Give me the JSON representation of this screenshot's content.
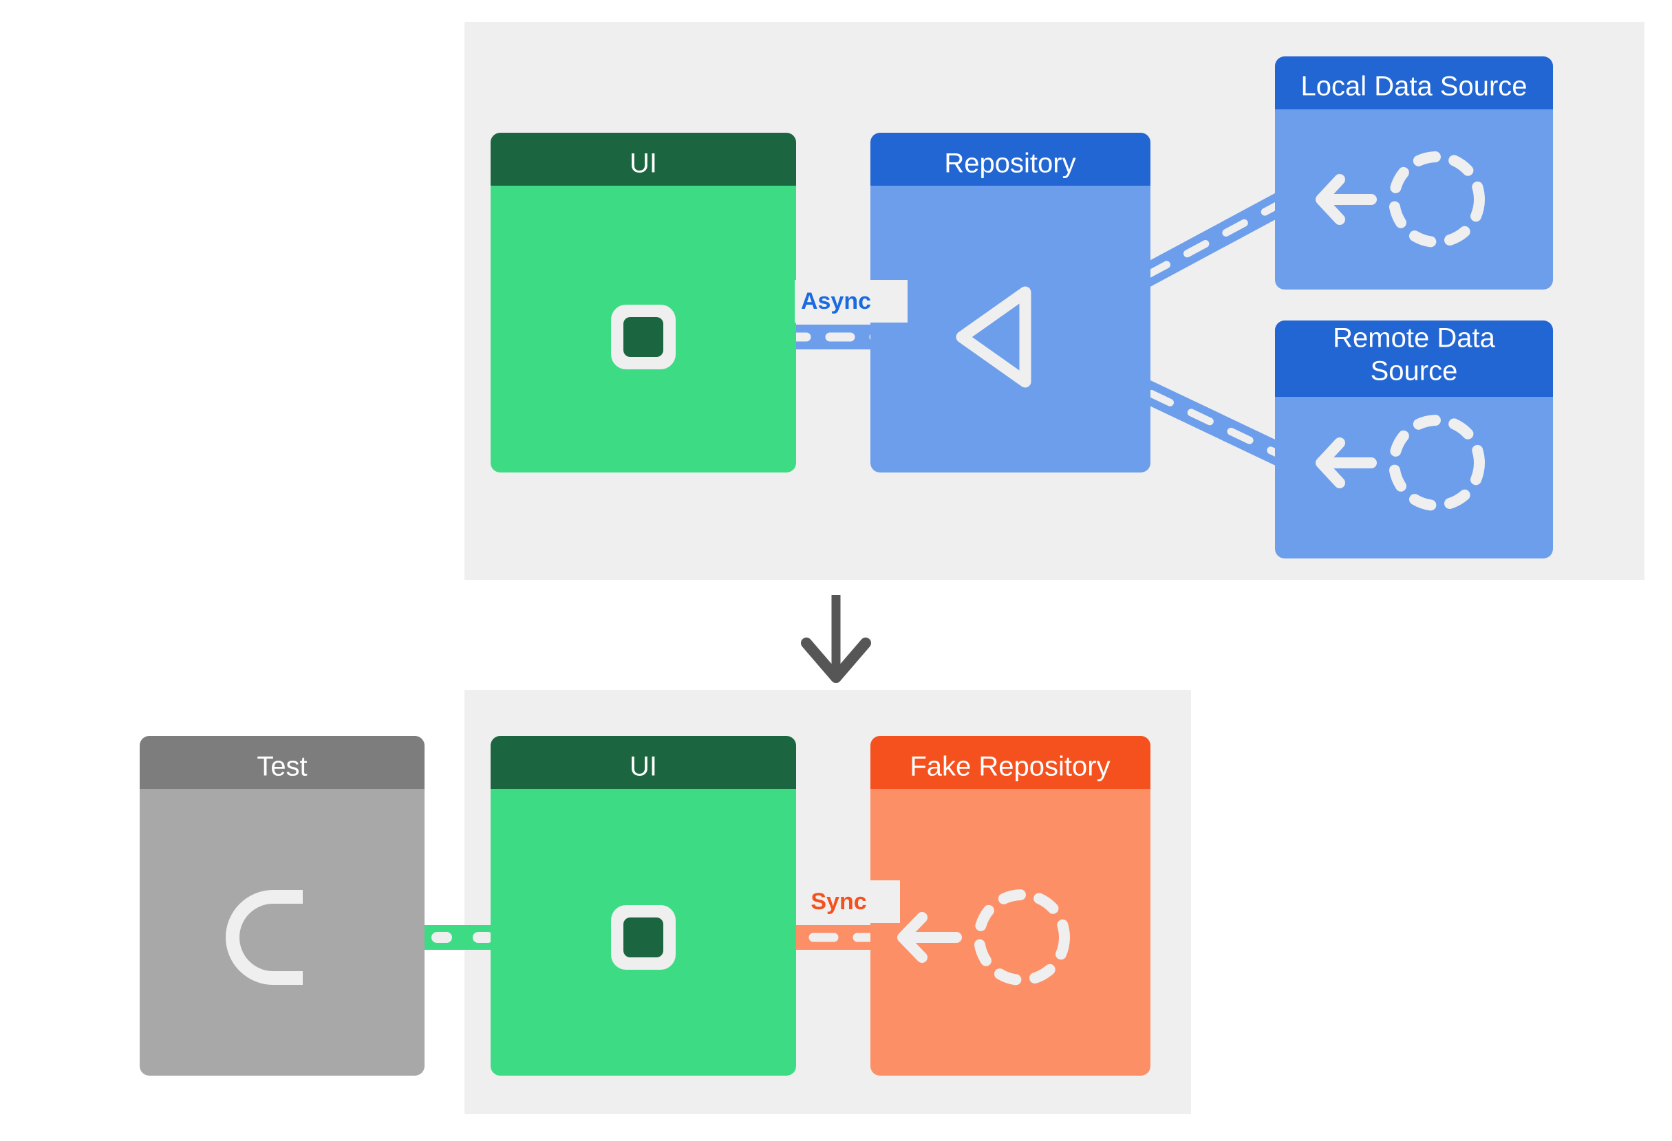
{
  "diagram": {
    "title_visible": false,
    "panels": [
      {
        "id": "production-panel",
        "background": "#efefef",
        "nodes": [
          {
            "id": "ui-prod",
            "label": "UI",
            "header_color": "#1b6640",
            "body_color": "#3ddc84",
            "marker": "required-socket-square"
          },
          {
            "id": "repository",
            "label": "Repository",
            "header_color": "#2266d3",
            "body_color": "#6d9eeb",
            "marker": "provided-triangle-left"
          },
          {
            "id": "local-data-source",
            "label": "Local Data Source",
            "header_color": "#2266d3",
            "body_color": "#6d9eeb",
            "marker": "dashed-circle-with-left-arrow"
          },
          {
            "id": "remote-data-source",
            "label": "Remote Data Source",
            "header_color": "#2266d3",
            "body_color": "#6d9eeb",
            "marker": "dashed-circle-with-left-arrow"
          }
        ],
        "edges": [
          {
            "id": "ui-to-repository",
            "label": "Async",
            "label_color": "#1a6ae0",
            "band_color": "#6d9eeb",
            "dash_color": "#efefef",
            "from": "ui-prod",
            "to": "repository"
          },
          {
            "id": "repository-to-local",
            "label": "",
            "band_color": "#6d9eeb",
            "dash_color": "#efefef",
            "from": "repository",
            "to": "local-data-source"
          },
          {
            "id": "repository-to-remote",
            "label": "",
            "band_color": "#6d9eeb",
            "dash_color": "#efefef",
            "from": "repository",
            "to": "remote-data-source"
          }
        ]
      },
      {
        "id": "test-panel",
        "background": "#efefef",
        "nodes": [
          {
            "id": "test",
            "label": "Test",
            "header_color": "#7d7d7d",
            "body_color": "#a8a8a8",
            "marker": "provided-half-circle-left"
          },
          {
            "id": "ui-test",
            "label": "UI",
            "header_color": "#1b6640",
            "body_color": "#3ddc84",
            "marker": "required-socket-square"
          },
          {
            "id": "fake-repository",
            "label": "Fake Repository",
            "header_color": "#f4511e",
            "body_color": "#fc8f66",
            "marker": "dashed-circle-with-left-arrow"
          }
        ],
        "edges": [
          {
            "id": "test-to-ui",
            "label": "",
            "band_color": "#3ddc84",
            "dash_color": "#efefef",
            "from": "test",
            "to": "ui-test"
          },
          {
            "id": "ui-to-fake-repository",
            "label": "Sync",
            "label_color": "#f4511e",
            "band_color": "#fc8f66",
            "dash_color": "#efefef",
            "from": "ui-test",
            "to": "fake-repository"
          }
        ]
      }
    ],
    "flow_arrow": {
      "id": "panel-transition-arrow",
      "direction": "down",
      "color": "#565656"
    },
    "labels": {
      "ui_prod": "UI",
      "repository": "Repository",
      "local_data_source": "Local Data Source",
      "remote_data_source_line1": "Remote Data",
      "remote_data_source_line2": "Source",
      "test": "Test",
      "ui_test": "UI",
      "fake_repository": "Fake Repository",
      "async": "Async",
      "sync": "Sync"
    },
    "colors": {
      "panel_bg": "#efefef",
      "white": "#ffffff",
      "green_header": "#1b6640",
      "green_body": "#3ddc84",
      "blue_header": "#2266d3",
      "blue_body": "#6d9eeb",
      "orange_header": "#f4511e",
      "orange_body": "#fc8f66",
      "gray_header": "#7d7d7d",
      "gray_body": "#a8a8a8",
      "arrow_gray": "#565656",
      "async_label": "#1a6ae0",
      "sync_label": "#f4511e"
    }
  }
}
